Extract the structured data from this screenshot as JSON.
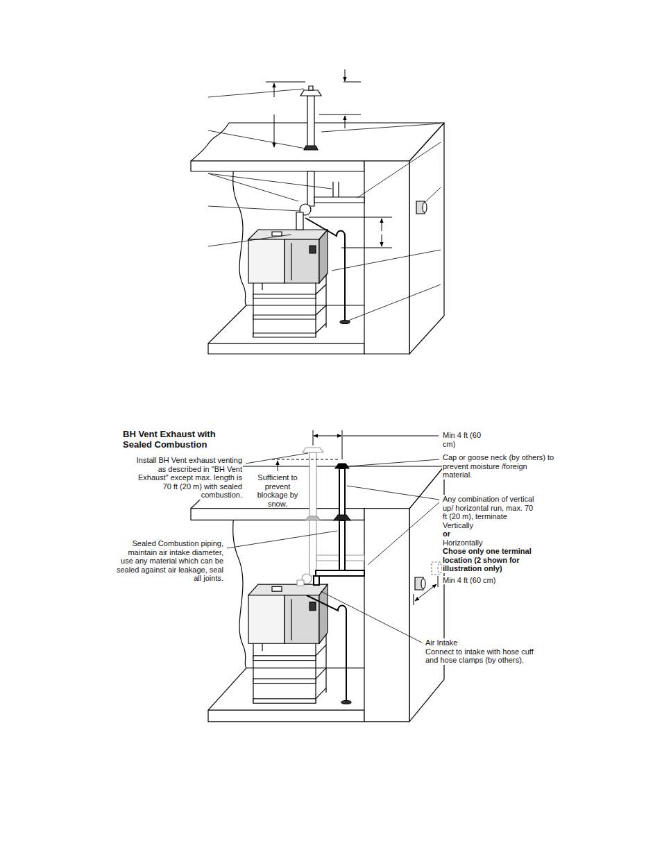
{
  "diagram": {
    "title": "BH Vent Exhaust with Sealed Combustion",
    "labels": [
      "Min 4 ft (60 cm)",
      "Install BH Vent exhaust venting as described in \"BH Vent Exhaust\" except max. length is 70 ft (20 m) with sealed combustion.",
      "Sufficient to prevent blockage by snow.",
      "Cap or goose neck (by others) to prevent moisture /foreign material.",
      "Any combination of vertical up/ horizontal run, max. 70 ft (20 m), terminate Vertically",
      "or",
      "Horizontally",
      "Chose only one terminal location (2 shown for illustration only)",
      "Sealed Combustion piping, maintain air intake diameter, use any material which can be sealed against air leakage, seal all joints.",
      "Min 4 ft (60 cm)",
      "Air Intake",
      "Connect to intake with hose cuff and hose clamps (by others)."
    ]
  }
}
